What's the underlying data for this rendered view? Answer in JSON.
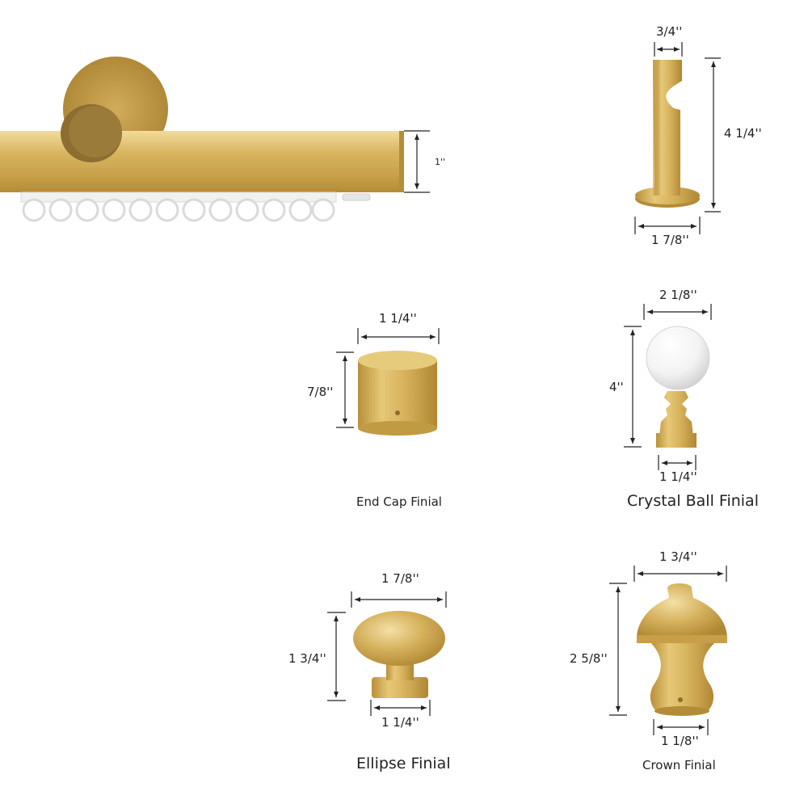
{
  "rod": {
    "diameter_label": "1''"
  },
  "bracket": {
    "gap_label": "3/4''",
    "height_label": "4 1/4''",
    "base_label": "1 7/8''"
  },
  "end_cap": {
    "width_label": "1 1/4''",
    "height_label": "7/8''",
    "name": "End Cap Finial"
  },
  "crystal_ball": {
    "width_label": "2 1/8''",
    "height_label": "4''",
    "base_label": "1 1/4''",
    "name": "Crystal Ball Finial"
  },
  "ellipse": {
    "width_label": "1 7/8''",
    "height_label": "1 3/4''",
    "base_label": "1 1/4''",
    "name": "Ellipse Finial"
  },
  "crown": {
    "width_label": "1 3/4''",
    "height_label": "2 5/8''",
    "base_label": "1 1/8''",
    "name": "Crown Finial"
  },
  "colors": {
    "brass_light": "#e9cf85",
    "brass_mid": "#cfa850",
    "brass_dark": "#a8822f",
    "dimension_line": "#222222"
  }
}
